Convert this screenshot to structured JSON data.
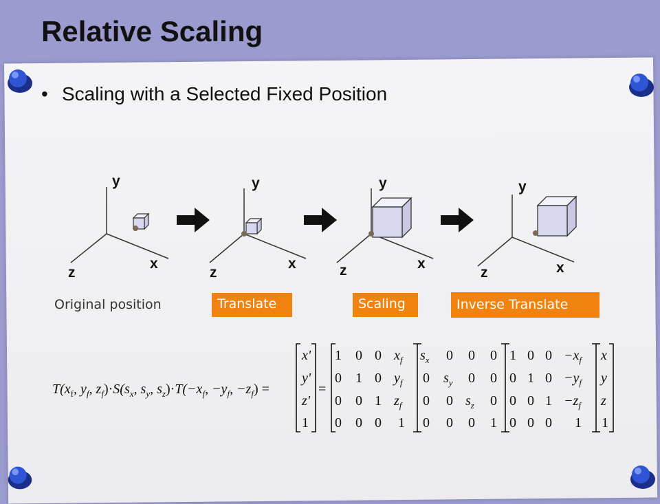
{
  "slide": {
    "title": "Relative Scaling",
    "bullet": "Scaling with a Selected Fixed Position"
  },
  "diagram": {
    "axis_labels": {
      "y": "y",
      "x": "x",
      "z": "z"
    },
    "steps": [
      {
        "label": "Original position",
        "highlight": false
      },
      {
        "label": "Translate",
        "highlight": true
      },
      {
        "label": "Scaling",
        "highlight": true
      },
      {
        "label": "Inverse Translate",
        "highlight": true
      }
    ],
    "colors": {
      "highlight": "#f0820f",
      "cube_face": "#d8d8ee",
      "pin": "#1e3aa8",
      "background": "#9b9bcf"
    }
  },
  "equation": {
    "lhs": "T(x_f, y_f, z_f)·S(s_x, s_y, s_z)·T(−x_f, −y_f, −z_f) =",
    "result_vector": [
      "x'",
      "y'",
      "z'",
      "1"
    ],
    "translate": [
      [
        "1",
        "0",
        "0",
        "x_f"
      ],
      [
        "0",
        "1",
        "0",
        "y_f"
      ],
      [
        "0",
        "0",
        "1",
        "z_f"
      ],
      [
        "0",
        "0",
        "0",
        "1"
      ]
    ],
    "scale": [
      [
        "s_x",
        "0",
        "0",
        "0"
      ],
      [
        "0",
        "s_y",
        "0",
        "0"
      ],
      [
        "0",
        "0",
        "s_z",
        "0"
      ],
      [
        "0",
        "0",
        "0",
        "1"
      ]
    ],
    "inverse_translate": [
      [
        "1",
        "0",
        "0",
        "−x_f"
      ],
      [
        "0",
        "1",
        "0",
        "−y_f"
      ],
      [
        "0",
        "0",
        "1",
        "−z_f"
      ],
      [
        "0",
        "0",
        "0",
        "1"
      ]
    ],
    "input_vector": [
      "x",
      "y",
      "z",
      "1"
    ]
  }
}
